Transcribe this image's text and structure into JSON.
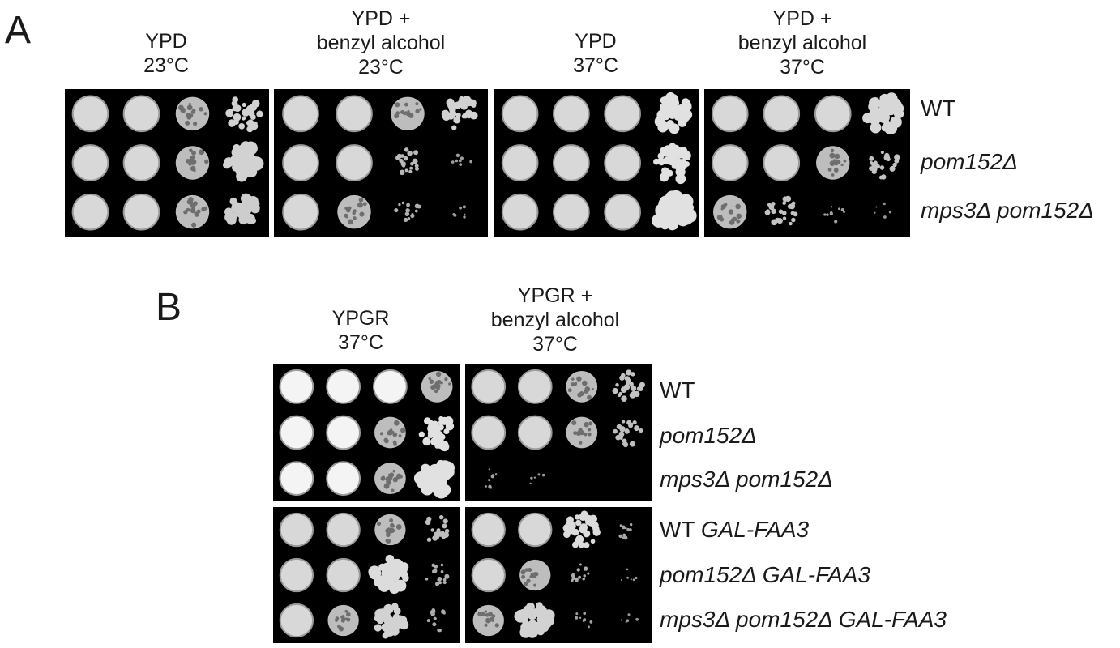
{
  "panels": {
    "A": {
      "letter": "A",
      "columns": [
        {
          "lines": [
            "YPD",
            "23°C"
          ]
        },
        {
          "lines": [
            "YPD +",
            "benzyl alcohol",
            "23°C"
          ]
        },
        {
          "lines": [
            "YPD",
            "37°C"
          ]
        },
        {
          "lines": [
            "YPD +",
            "benzyl alcohol",
            "37°C"
          ]
        }
      ],
      "rows": [
        {
          "parts": [
            {
              "text": "WT",
              "italic": false
            }
          ]
        },
        {
          "parts": [
            {
              "text": "pom152Δ",
              "italic": true
            }
          ]
        },
        {
          "parts": [
            {
              "text": "mps3Δ pom152Δ",
              "italic": true
            }
          ]
        }
      ],
      "growth": [
        [
          [
            1,
            1,
            0.9,
            0.6
          ],
          [
            1,
            1,
            0.9,
            0.6
          ],
          [
            1,
            1,
            0.95,
            0.75
          ],
          [
            1,
            1,
            0.95,
            0.65
          ]
        ],
        [
          [
            1,
            1,
            0.9,
            0.6
          ],
          [
            1,
            0.95,
            0.35,
            0.08
          ],
          [
            1,
            1,
            0.95,
            0.75
          ],
          [
            1,
            1,
            0.9,
            0.45
          ]
        ],
        [
          [
            1,
            1,
            0.9,
            0.55
          ],
          [
            1,
            0.85,
            0.25,
            0.05
          ],
          [
            1,
            1,
            0.95,
            0.75
          ],
          [
            0.85,
            0.45,
            0.12,
            0.03
          ]
        ]
      ]
    },
    "B": {
      "letter": "B",
      "columns": [
        {
          "lines": [
            "YPGR",
            "37°C"
          ]
        },
        {
          "lines": [
            "YPGR +",
            "benzyl alcohol",
            "37°C"
          ]
        }
      ],
      "rows_top": [
        {
          "parts": [
            {
              "text": "WT",
              "italic": false
            }
          ]
        },
        {
          "parts": [
            {
              "text": "pom152Δ",
              "italic": true
            }
          ]
        },
        {
          "parts": [
            {
              "text": "mps3Δ pom152Δ",
              "italic": true
            }
          ]
        }
      ],
      "rows_bottom": [
        {
          "parts": [
            {
              "text": "WT ",
              "italic": false
            },
            {
              "text": "GAL-FAA3",
              "italic": true
            }
          ]
        },
        {
          "parts": [
            {
              "text": "pom152Δ GAL-FAA3",
              "italic": true
            }
          ]
        },
        {
          "parts": [
            {
              "text": "mps3Δ pom152Δ GAL-FAA3",
              "italic": true
            }
          ]
        }
      ],
      "growth_top": [
        [
          [
            1,
            1,
            0.95,
            0.8
          ],
          [
            1,
            1,
            0.85,
            0.45
          ]
        ],
        [
          [
            1,
            1,
            0.9,
            0.75
          ],
          [
            1,
            1,
            0.85,
            0.4
          ]
        ],
        [
          [
            1,
            1,
            0.9,
            0.75
          ],
          [
            0.1,
            0.04,
            0,
            0
          ]
        ]
      ],
      "growth_bottom": [
        [
          [
            1,
            1,
            0.85,
            0.4
          ],
          [
            1,
            1,
            0.7,
            0.15
          ]
        ],
        [
          [
            1,
            1,
            0.7,
            0.25
          ],
          [
            1,
            0.85,
            0.2,
            0.05
          ]
        ],
        [
          [
            1,
            0.9,
            0.6,
            0.2
          ],
          [
            0.9,
            0.6,
            0.1,
            0.02
          ]
        ]
      ]
    }
  }
}
